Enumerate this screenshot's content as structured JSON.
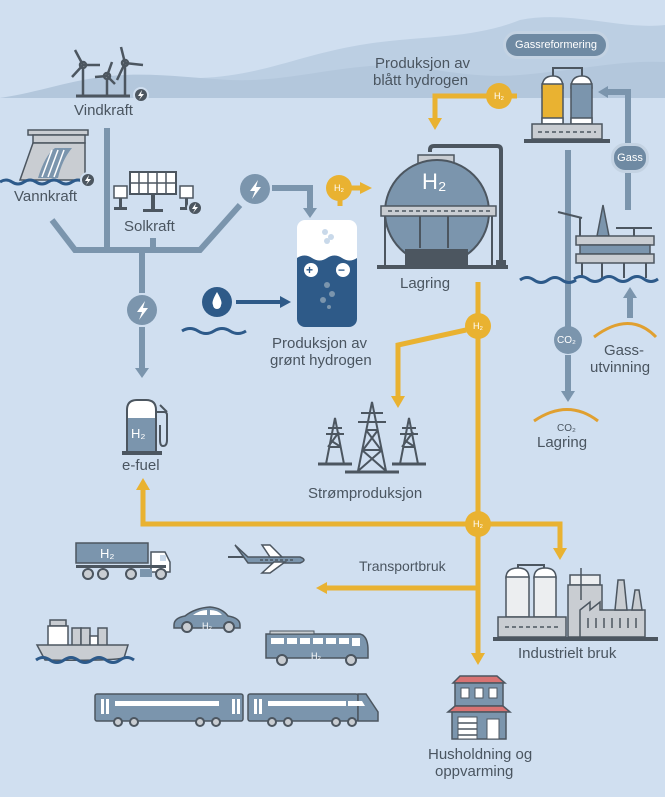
{
  "title": "Hydrogen value chain",
  "colors": {
    "background": "#d0dff0",
    "mountain": "#b9cce0",
    "pipe_blue": "#7b95ad",
    "hydrogen_yellow": "#e9b231",
    "dark_gray": "#4c5660",
    "water_blue": "#2d5a8a",
    "co2_orange": "#e0a030",
    "roof_red": "#d97373"
  },
  "sources": {
    "wind": "Vindkraft",
    "hydro": "Vannkraft",
    "solar": "Solkraft"
  },
  "green_production": {
    "label_line1": "Produksjon av",
    "label_line2": "grønt hydrogen"
  },
  "blue_production": {
    "label_line1": "Produksjon av",
    "label_line2": "blått hydrogen"
  },
  "gas_reforming": "Gassreformering",
  "gas": "Gass",
  "gas_extraction": {
    "line1": "Gass-",
    "line2": "utvinning"
  },
  "co2_badge": "CO₂",
  "co2_storage": {
    "co2": "CO₂",
    "label": "Lagring"
  },
  "storage": {
    "tank_text": "H₂",
    "label": "Lagring"
  },
  "h2_badge": "H₂",
  "efuel": {
    "label": "e-fuel",
    "pump_text": "H₂"
  },
  "power_production": "Strømproduksjon",
  "transport": {
    "label": "Transportbruk",
    "truck_text": "H₂",
    "car_text": "H₂",
    "bus_text": "H₂"
  },
  "industry": "Industrielt bruk",
  "household": {
    "line1": "Husholdning og",
    "line2": "oppvarming"
  },
  "electrolyser": {
    "plus": "+",
    "minus": "−"
  }
}
